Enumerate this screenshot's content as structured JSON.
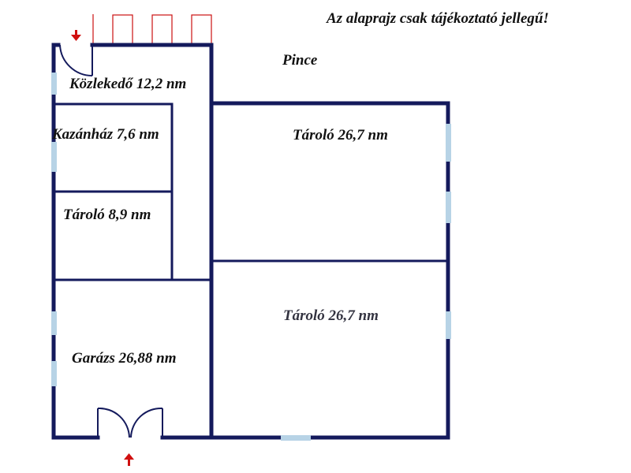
{
  "disclaimer": "Az alaprajz csak tájékoztató jellegű!",
  "floor_label": "Pince",
  "rooms": {
    "corridor": "Közlekedő 12,2 nm",
    "boiler_room": "Kazánház 7,6 nm",
    "storage_small": "Tároló 8,9 nm",
    "garage": "Garázs 26,88 nm",
    "storage_upper": "Tároló 26,7 nm",
    "storage_lower": "Tároló 26,7 nm"
  },
  "colors": {
    "wall": "#141a5c",
    "window": "#b7d3e6",
    "stairs": "#cc1111",
    "entrance_arrow": "#d01010"
  },
  "icons": [
    "entrance-arrow-down-icon",
    "entrance-arrow-up-icon"
  ]
}
